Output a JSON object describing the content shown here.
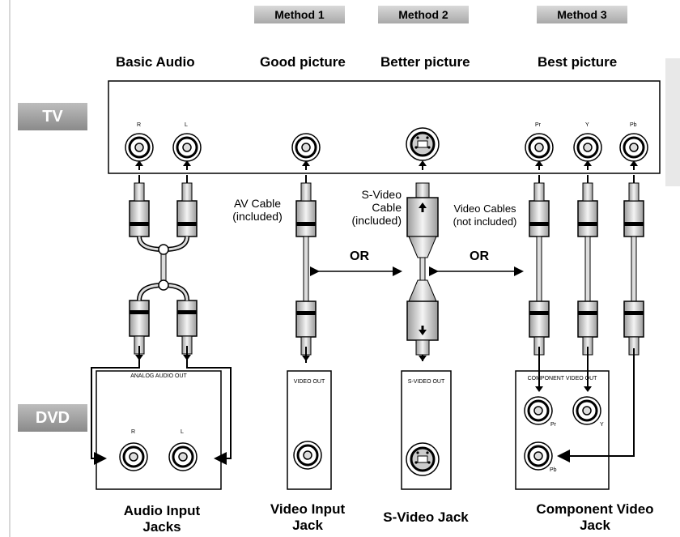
{
  "methods": {
    "m1": "Method 1",
    "m2": "Method 2",
    "m3": "Method 3"
  },
  "columns": {
    "basic": "Basic Audio",
    "good": "Good picture",
    "better": "Better picture",
    "best": "Best picture"
  },
  "devices": {
    "tv": "TV",
    "dvd": "DVD"
  },
  "cables": {
    "av_line1": "AV Cable",
    "av_line2": "(included)",
    "sv_line1": "S-Video",
    "sv_line2": "Cable",
    "sv_line3": "(included)",
    "vc_line1": "Video Cables",
    "vc_line2": "(not included)"
  },
  "or_label": "OR",
  "tv_jacks": {
    "r": "R",
    "l": "L",
    "pr": "Pr",
    "y": "Y",
    "pb": "Pb"
  },
  "dvd_panels": {
    "analog": "ANALOG AUDIO OUT",
    "r": "R",
    "l": "L",
    "video": "VIDEO OUT",
    "svideo": "S-VIDEO OUT",
    "component": "COMPONENT VIDEO OUT",
    "pr": "Pr",
    "y": "Y",
    "pb": "Pb"
  },
  "bottom_labels": {
    "audio1": "Audio Input",
    "audio2": "Jacks",
    "video1": "Video Input",
    "video2": "Jack",
    "svideo": "S-Video Jack",
    "comp1": "Component Video",
    "comp2": "Jack"
  }
}
